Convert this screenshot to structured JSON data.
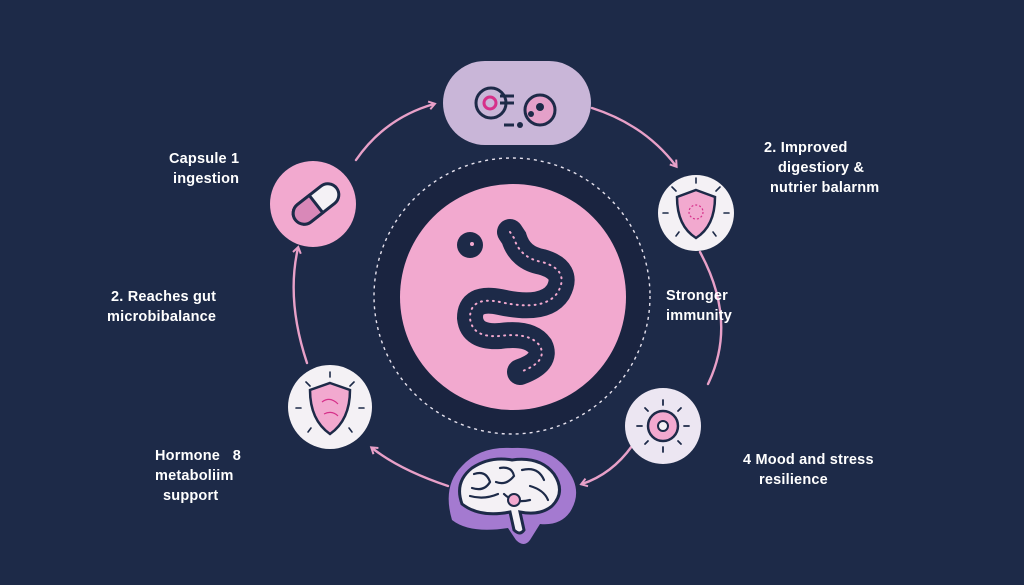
{
  "colors": {
    "background": "#1d2a48",
    "pink": "#f2a9cf",
    "pink_soft": "#f6c4de",
    "lavender": "#c9b6d8",
    "purple": "#a47ad0",
    "navy": "#1d2a48",
    "white": "#f4f1f5",
    "arrow": "#e8a0c8"
  },
  "nodes": {
    "top": {
      "icon": "microbes-icon"
    },
    "capsule": {
      "icon": "capsule-icon"
    },
    "shield_right": {
      "icon": "shield-icon"
    },
    "sun_right": {
      "icon": "sun-icon"
    },
    "brain": {
      "icon": "brain-icon"
    },
    "shield_left": {
      "icon": "shield-icon"
    },
    "center": {
      "icon": "intestine-icon"
    }
  },
  "labels": {
    "capsule": {
      "line1": "Capsule 1",
      "line2": "ingestion"
    },
    "reaches": {
      "line1": "2. Reaches gut",
      "line2": "microbibalance"
    },
    "hormone": {
      "line1": "Hormone   8",
      "line2": "metaboliim",
      "line3": "support"
    },
    "improved": {
      "line1": "2. Improved",
      "line2": "digestiory &",
      "line3": "nutrier balarnm"
    },
    "stronger": {
      "line1": "Stronger",
      "line2": "immunity"
    },
    "mood": {
      "line1": "4 Mood and stress",
      "line2": "resilience"
    }
  }
}
